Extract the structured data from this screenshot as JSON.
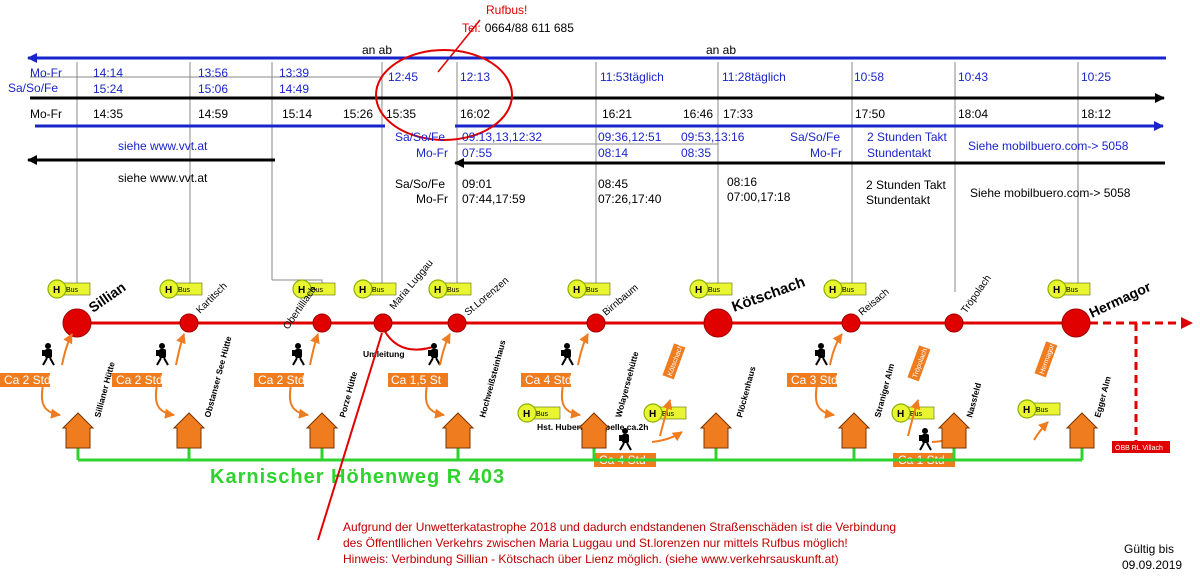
{
  "rufbus": {
    "title": "Rufbus!",
    "tel_label": "Tel:",
    "tel_number": "0664/88 611 685"
  },
  "an_ab_1": "an ab",
  "an_ab_2": "an ab",
  "rows": {
    "r1_day": "Mo-Fr",
    "r2_day": "Sa/So/Fe",
    "r3_day": "Mo-Fr",
    "r1": [
      "14:14",
      "13:56",
      "13:39",
      "12:45",
      "12:13",
      "11:53täglich",
      "11:28täglich",
      "10:58",
      "10:43",
      "10:25"
    ],
    "r2": [
      "15:24",
      "15:06",
      "14:49"
    ],
    "r3": [
      "14:35",
      "14:59",
      "15:14",
      "15:26",
      "15:35",
      "16:02",
      "16:21",
      "16:46",
      "17:33",
      "17:50",
      "18:04",
      "18:12"
    ]
  },
  "vvt_blue": "siehe www.vvt.at",
  "vvt_black": "siehe www.vvt.at",
  "mid_blue": {
    "sa": "Sa/So/Fe",
    "mo": "Mo-Fr",
    "t1": "09:13,13,12:32",
    "t2": "07:55",
    "t3": "09:36,12:51",
    "t4": "08:14",
    "t5": "09:53,13:16",
    "t6": "08:35",
    "sa2": "Sa/So/Fe",
    "mo2": "Mo-Fr",
    "takt2": "2 Stunden Takt",
    "takt": "Stundentakt",
    "mobil": "Siehe mobilbuero.com-> 5058"
  },
  "mid_black": {
    "sa": "Sa/So/Fe",
    "mo": "Mo-Fr",
    "t1": "09:01",
    "t2": "07:44,17:59",
    "t3": "08:45",
    "t4": "07:26,17:40",
    "t5": "08:16",
    "t6": "07:00,17:18",
    "takt2": "2 Stunden Takt",
    "takt": "Stundentakt",
    "mobil": "Siehe mobilbuero.com-> 5058"
  },
  "h_letter": "H",
  "bus_label": "Bus",
  "stations": [
    "Sillian",
    "Kartitsch",
    "Obertilliach",
    "Maria Luggau",
    "St.Lorenzen",
    "Birnbaum",
    "Kötschach",
    "Reisach",
    "Tröpolach",
    "Hermagor"
  ],
  "umleitung": "Umleitung",
  "walk_times": [
    "Ca 2 Std",
    "Ca 2 Std",
    "Ca 2 Std",
    "Ca 1,5 St",
    "Ca 4 Std",
    "Ca 3 Std",
    "Ca 4 Std",
    "Ca 1 Std"
  ],
  "huts": [
    "Sillianer Hütte",
    "Obstanser See Hütte",
    "Porze Hütte",
    "Hochweißsteinhaus",
    "Wolayerseehütte",
    "Plöckenhaus",
    "Straniger Alm",
    "Nassfeld",
    "Egger Alm"
  ],
  "arrow_labels": [
    "Kötschach",
    "Tröpolach",
    "Hermagor"
  ],
  "hubertus": "Hst. Hubertus-kapelle ca.2h",
  "obb": "ÖBB RL Villach",
  "trail_name": "Karnischer Höhenweg R 403",
  "colors": {
    "blue": "#1a25c9",
    "red": "#e00000",
    "green": "#2ed32e",
    "orange": "#f07c20",
    "bus_yellow": "#e9f531"
  },
  "note": [
    "Aufgrund der Unwetterkatastrophe 2018 und dadurch endstandenen Straßenschäden ist die Verbindung",
    "des Öffentllichen Verkehrs zwischen Maria Luggau und St.lorenzen nur mittels Rufbus möglich!",
    "Hinweis: Verbindung Sillian - Kötschach über Lienz möglich. (siehe www.verkehrsauskunft.at)"
  ],
  "valid": [
    "Gültig bis",
    "09.09.2019"
  ]
}
